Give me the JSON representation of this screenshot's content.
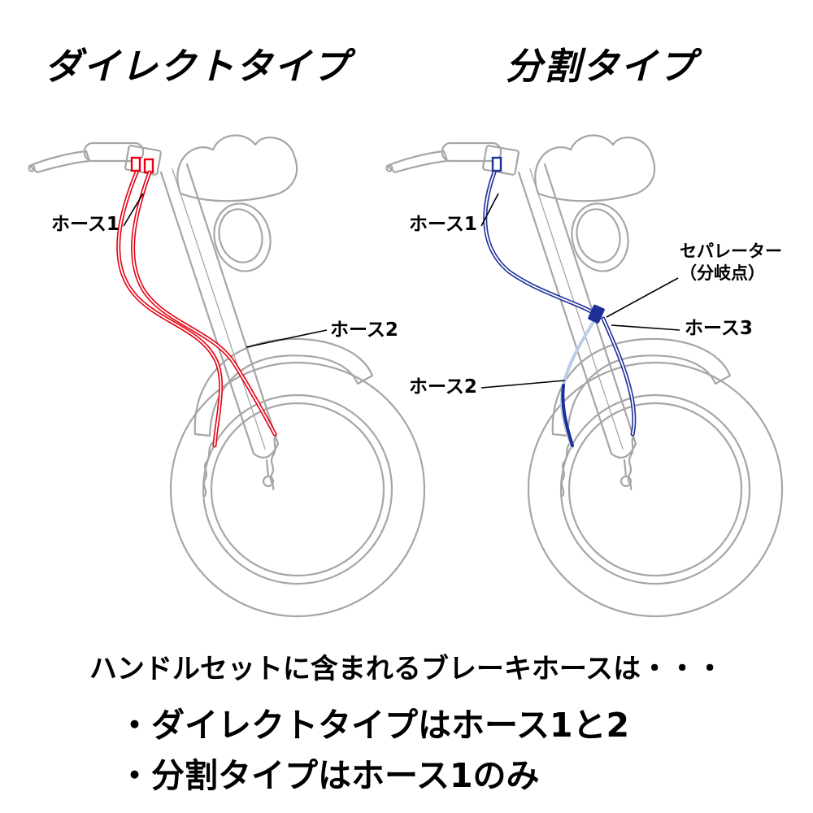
{
  "titles": {
    "direct": "ダイレクトタイプ",
    "split": "分割タイプ"
  },
  "labels": {
    "direct_hose1": "ホース1",
    "direct_hose2": "ホース2",
    "split_hose1": "ホース1",
    "separator_line1": "セパレーター",
    "separator_line2": "（分岐点）",
    "split_hose3": "ホース3",
    "split_hose2": "ホース2"
  },
  "footer": {
    "heading": "ハンドルセットに含まれるブレーキホースは・・・",
    "bullet1": "・ダイレクトタイプはホース1と2",
    "bullet2": "・分割タイプはホース1のみ"
  },
  "colors": {
    "line_art": "#a6a6a6",
    "direct_hose": "#e60012",
    "split_hose": "#1e2f97",
    "split_hose_light": "#b9cfe8",
    "leader_line": "#000000",
    "text": "#000000",
    "background": "#ffffff"
  }
}
